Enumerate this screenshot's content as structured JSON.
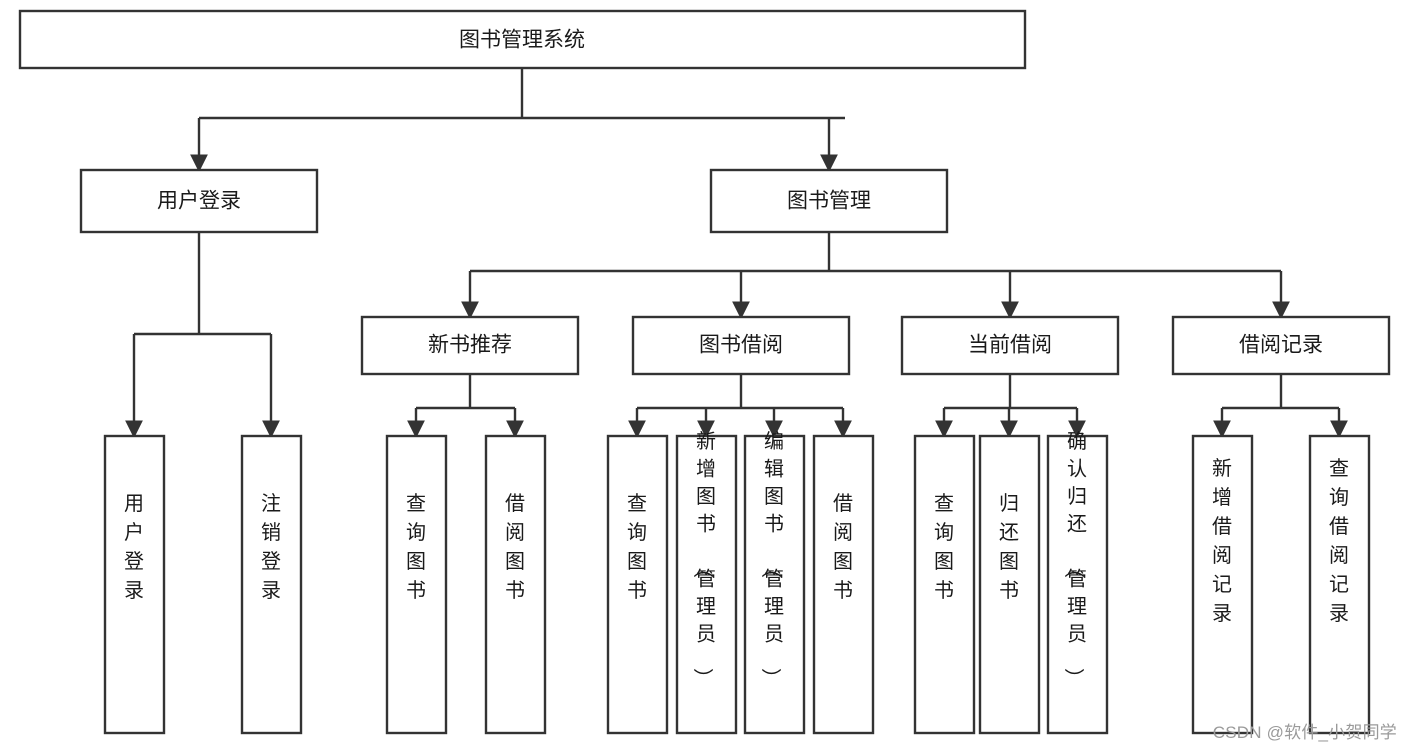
{
  "diagram": {
    "title": "图书管理系统",
    "type": "tree-hierarchy",
    "watermark": "CSDN @软件_小贺同学",
    "colors": {
      "stroke": "#333333",
      "fill": "#ffffff",
      "text": "#1a1a1a",
      "watermark": "#9a9a9a"
    },
    "root": {
      "label": "图书管理系统"
    },
    "level1": [
      {
        "label": "用户登录"
      },
      {
        "label": "图书管理"
      }
    ],
    "level2": [
      {
        "label": "新书推荐"
      },
      {
        "label": "图书借阅"
      },
      {
        "label": "当前借阅"
      },
      {
        "label": "借阅记录"
      }
    ],
    "leaves": {
      "user_login": [
        {
          "label": "用户登录"
        },
        {
          "label": "注销登录"
        }
      ],
      "new_book_recommend": [
        {
          "label": "查询图书"
        },
        {
          "label": "借阅图书"
        }
      ],
      "book_borrow": [
        {
          "label": "查询图书"
        },
        {
          "label": "新增图书（管理员）"
        },
        {
          "label": "编辑图书（管理员）"
        },
        {
          "label": "借阅图书"
        }
      ],
      "current_borrow": [
        {
          "label": "查询图书"
        },
        {
          "label": "归还图书"
        },
        {
          "label": "确认归还（管理员）"
        }
      ],
      "borrow_record": [
        {
          "label": "新增借阅记录"
        },
        {
          "label": "查询借阅记录"
        }
      ]
    }
  }
}
